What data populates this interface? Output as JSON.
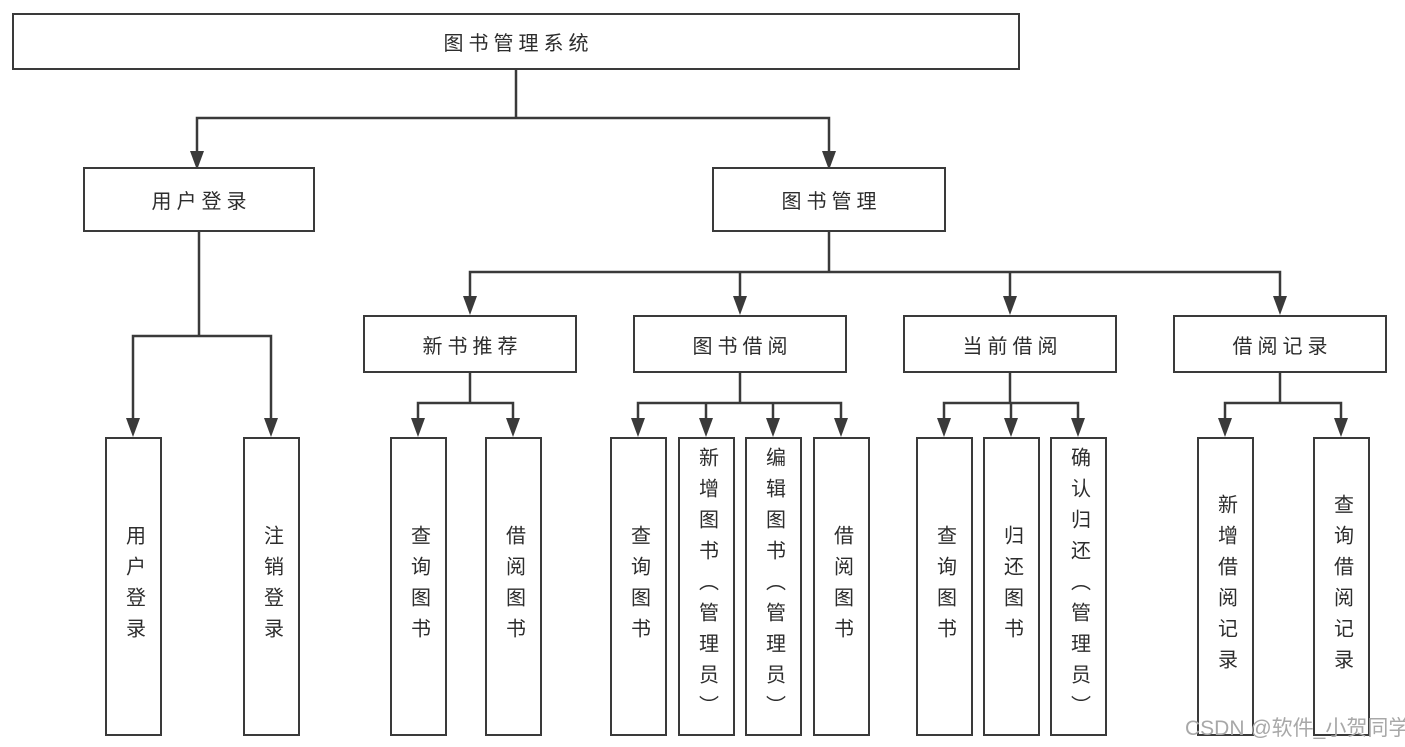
{
  "diagram": {
    "root": {
      "label": "图书管理系统"
    },
    "level2": {
      "user_login": {
        "label": "用户登录"
      },
      "book_manage": {
        "label": "图书管理"
      }
    },
    "level3": {
      "new_book": {
        "label": "新书推荐"
      },
      "book_borrow": {
        "label": "图书借阅"
      },
      "current_borrow": {
        "label": "当前借阅"
      },
      "borrow_records": {
        "label": "借阅记录"
      }
    },
    "leaves": {
      "user_login": [
        "用户登录",
        "注销登录"
      ],
      "new_book": [
        "查询图书",
        "借阅图书"
      ],
      "book_borrow": [
        "查询图书",
        "新增图书（管理员）",
        "编辑图书（管理员）",
        "借阅图书"
      ],
      "current_borrow": [
        "查询图书",
        "归还图书",
        "确认归还（管理员）"
      ],
      "borrow_records": [
        "新增借阅记录",
        "查询借阅记录"
      ]
    },
    "watermark": "CSDN @软件_小贺同学",
    "colors": {
      "line": "#3a3a3a",
      "text": "#2d2d2d",
      "background": "#ffffff",
      "watermark": "#a8a8a8"
    }
  }
}
